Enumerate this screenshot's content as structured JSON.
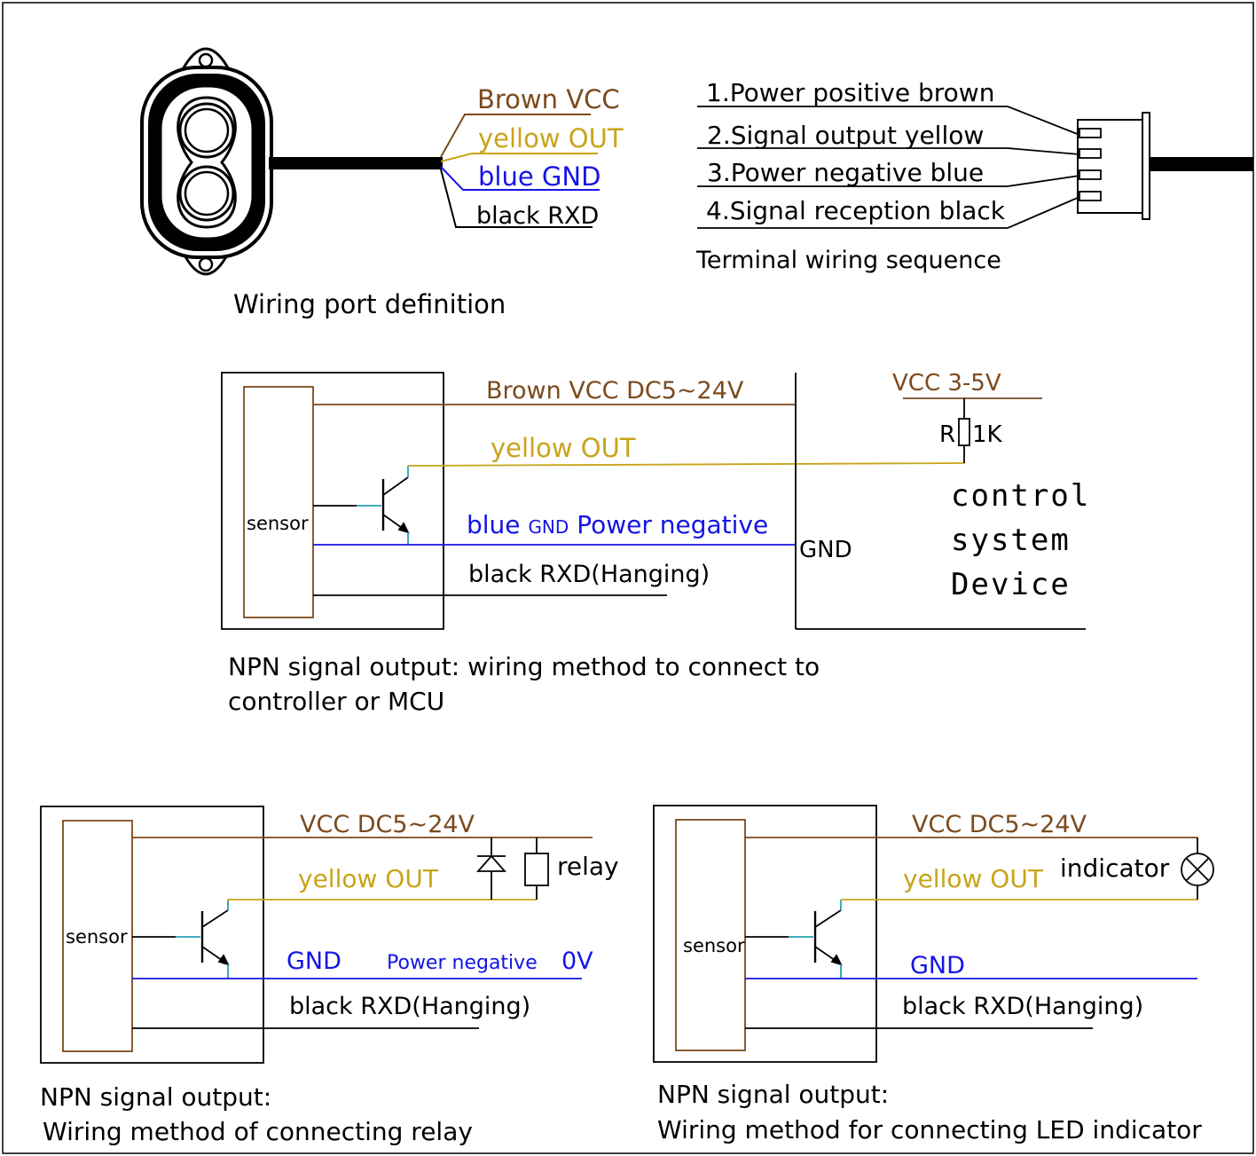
{
  "colors": {
    "brown": "#7b4a1e",
    "yellow": "#c8a418",
    "blue": "#1414e6",
    "black": "#000000",
    "teal": "#2a9fb5"
  },
  "port": {
    "wires": [
      "Brown VCC",
      "yellow OUT",
      "blue GND",
      "black RXD"
    ],
    "caption": "Wiring port definition"
  },
  "terminal": {
    "pins": [
      "1.Power positive brown",
      "2.Signal output yellow",
      "3.Power negative blue",
      "4.Signal reception black"
    ],
    "caption": "Terminal wiring sequence"
  },
  "mcu": {
    "sensor_label": "sensor",
    "vcc_label": "Brown VCC DC5~24V",
    "out_label": "yellow OUT",
    "gnd_label_a": "blue ",
    "gnd_label_b": "GND",
    "gnd_label_c": " Power negative",
    "rxd_label": "black RXD(Hanging)",
    "pullup_vcc": "VCC 3-5V",
    "resistor_r": "R",
    "resistor_value": "1K",
    "gnd_terminal": "GND",
    "device_lines": [
      "control",
      "system",
      "Device"
    ],
    "caption_line1": "NPN signal output: wiring method to connect to",
    "caption_line2": "controller or MCU"
  },
  "relay": {
    "sensor_label": "sensor",
    "vcc_label": "VCC DC5~24V",
    "out_label": "yellow OUT",
    "relay_label": "relay",
    "gnd_label": "GND",
    "power_negative": "Power negative",
    "zero_v": "0V",
    "rxd_label": "black RXD(Hanging)",
    "caption_line1": "NPN signal output:",
    "caption_line2": "Wiring method of connecting relay"
  },
  "led": {
    "sensor_label": "sensor",
    "vcc_label": "VCC DC5~24V",
    "out_label": "yellow OUT",
    "indicator_label": "indicator",
    "gnd_label": "GND",
    "rxd_label": "black RXD(Hanging)",
    "caption_line1": "NPN signal output:",
    "caption_line2": "Wiring method for connecting LED indicator"
  }
}
